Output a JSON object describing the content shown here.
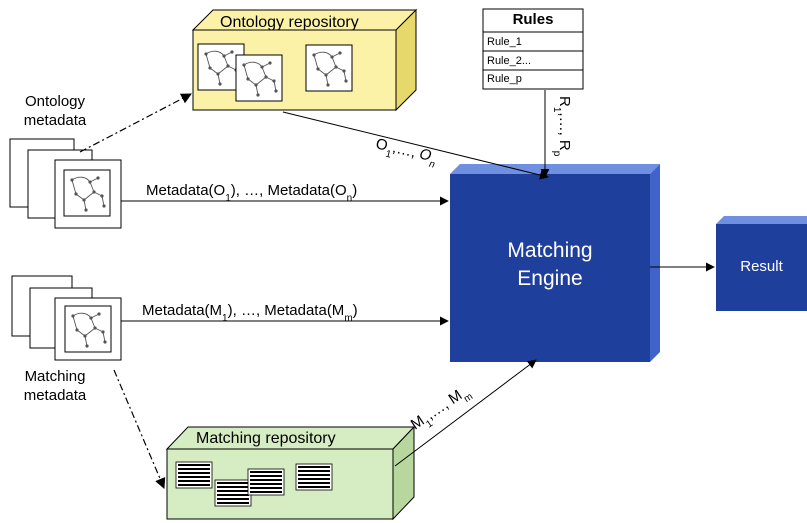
{
  "ontology_repository": {
    "title": "Ontology repository"
  },
  "ontology_metadata": {
    "label_line1": "Ontology",
    "label_line2": "metadata"
  },
  "matching_metadata": {
    "label_line1": "Matching",
    "label_line2": "metadata"
  },
  "matching_repository": {
    "title": "Matching repository"
  },
  "rules": {
    "title": "Rules",
    "items": [
      "Rule_1",
      "Rule_2...",
      "Rule_p"
    ]
  },
  "engine": {
    "line1": "Matching",
    "line2": "Engine"
  },
  "result": {
    "label": "Result"
  },
  "edges": {
    "ontologies": {
      "a": "O",
      "a_sub": "1",
      "mid": ",…, ",
      "b": "O",
      "b_sub": "n"
    },
    "rules": {
      "a": "R",
      "a_sub": "1",
      "mid": ",…, ",
      "b": "R",
      "b_sub": "p"
    },
    "ontology_metadata": {
      "a": "Metadata(O",
      "a_sub": "1",
      "mid": "), …, Metadata(O",
      "b_sub": "n",
      "end": ")"
    },
    "matching_metadata": {
      "a": "Metadata(M",
      "a_sub": "1",
      "mid": "), …, Metadata(M",
      "b_sub": "m",
      "end": ")"
    },
    "matchings": {
      "a": "M",
      "a_sub": "1",
      "mid": ",…, ",
      "b": "M",
      "b_sub": "m"
    }
  },
  "colors": {
    "ontology_repo_fill": "#fbf2a8",
    "ontology_repo_side": "#e6d86a",
    "matching_repo_fill": "#d6ecc2",
    "matching_repo_side": "#b8d79e",
    "engine_fill": "#1f3f9c",
    "engine_side": "#3f63c8",
    "engine_top": "#6f8fe0"
  }
}
